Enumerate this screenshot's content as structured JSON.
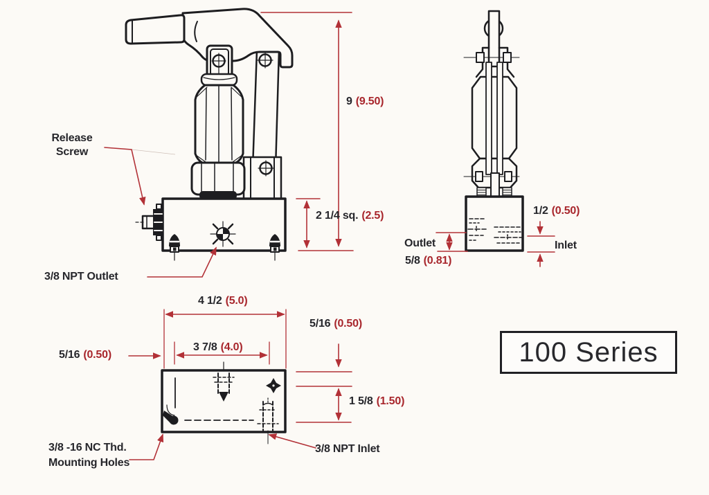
{
  "title": "100 Series hand pump dimensional drawing",
  "colors": {
    "dimension_red": "#a8262c",
    "line_red": "#b23137",
    "drawing_black": "#1d1d20",
    "text_black": "#26262b",
    "background": "#fcfaf6"
  },
  "series_box": {
    "label": "100 Series"
  },
  "front_view": {
    "labels": {
      "release_screw_line1": "Release",
      "release_screw_line2": "Screw",
      "outlet": "3/8 NPT Outlet"
    },
    "dimensions": {
      "height": {
        "main": "9",
        "alt": "(9.50)"
      },
      "base": {
        "main": "2 1/4 sq.",
        "alt": "(2.5)"
      }
    }
  },
  "side_view": {
    "labels": {
      "outlet": "Outlet",
      "inlet": "Inlet"
    },
    "dimensions": {
      "inlet_offset": {
        "main": "1/2",
        "alt": "(0.50)"
      },
      "outlet_offset": {
        "main": "5/8",
        "alt": "(0.81)"
      }
    }
  },
  "bottom_view": {
    "labels": {
      "mounting_line1": "3/8 -16 NC Thd.",
      "mounting_line2": "Mounting Holes",
      "inlet": "3/8 NPT Inlet"
    },
    "dimensions": {
      "width": {
        "main": "4 1/2",
        "alt": "(5.0)"
      },
      "hole_spacing": {
        "main": "3 7/8",
        "alt": "(4.0)"
      },
      "edge_offset_left": {
        "main": "5/16",
        "alt": "(0.50)"
      },
      "edge_offset_top": {
        "main": "5/16",
        "alt": "(0.50)"
      },
      "inlet_offset": {
        "main": "1 5/8",
        "alt": "(1.50)"
      }
    }
  }
}
